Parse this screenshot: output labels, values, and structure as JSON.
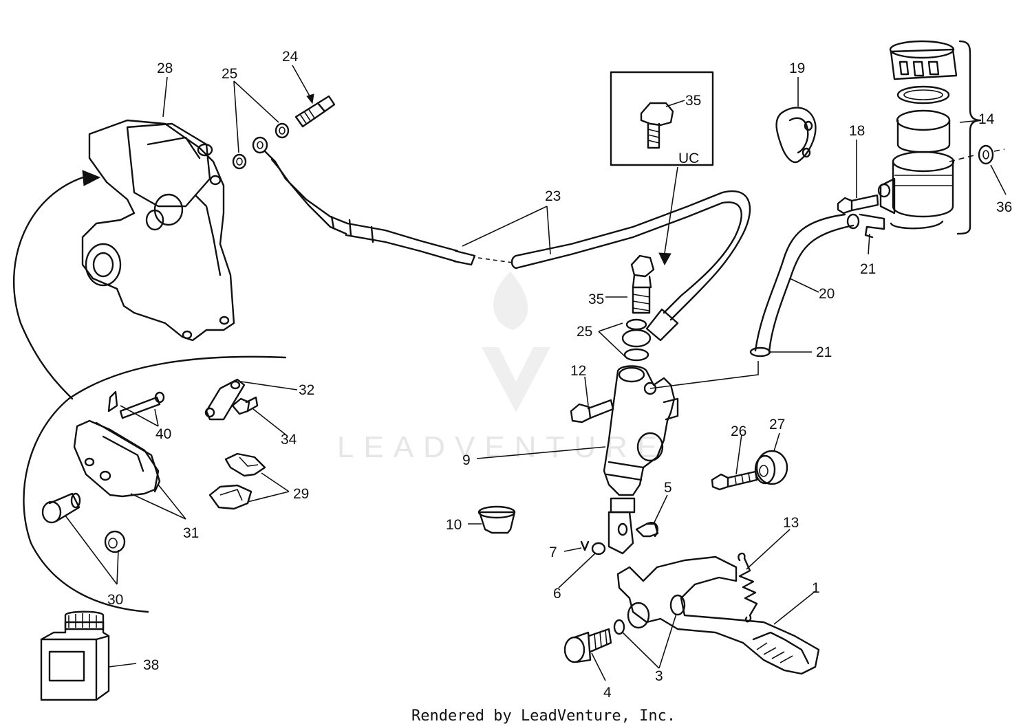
{
  "watermark": {
    "text": "LEADVENTURE"
  },
  "footer": {
    "text": "Rendered by LeadVenture, Inc."
  },
  "inset": {
    "label": "UC"
  },
  "callouts": {
    "c1": "1",
    "c3": "3",
    "c4": "4",
    "c5": "5",
    "c6": "6",
    "c7": "7",
    "c9": "9",
    "c10": "10",
    "c12": "12",
    "c13": "13",
    "c14": "14",
    "c18": "18",
    "c19": "19",
    "c20": "20",
    "c21a": "21",
    "c21b": "21",
    "c23": "23",
    "c24": "24",
    "c25a": "25",
    "c25b": "25",
    "c26": "26",
    "c27": "27",
    "c28": "28",
    "c29": "29",
    "c30": "30",
    "c31": "31",
    "c32": "32",
    "c34": "34",
    "c35a": "35",
    "c35b": "35",
    "c36": "36",
    "c38": "38",
    "c40": "40"
  }
}
